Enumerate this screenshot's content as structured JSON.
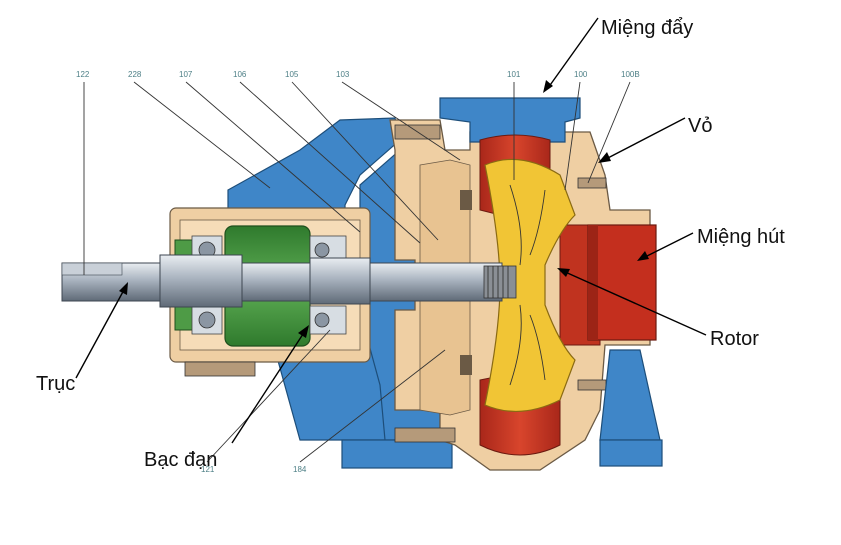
{
  "diagram": {
    "callouts": {
      "mieng_day": "Miệng đẩy",
      "vo": "Vỏ",
      "mieng_hut": "Miệng hút",
      "rotor": "Rotor",
      "truc": "Trục",
      "bac_dan": "Bạc đạn"
    },
    "part_numbers": {
      "p122": "122",
      "p228": "228",
      "p107": "107",
      "p106": "106",
      "p105": "105",
      "p103": "103",
      "p101": "101",
      "p100": "100",
      "p100b": "100B",
      "p184": "184",
      "p121": "121"
    },
    "colors": {
      "casing_blue": "#3f86c8",
      "liner_beige": "#efcfa3",
      "impeller_yellow": "#f1c535",
      "volute_red": "#c9301e",
      "bearing_green": "#3f8f3a",
      "shaft_steel": "#aeb7c2"
    }
  }
}
